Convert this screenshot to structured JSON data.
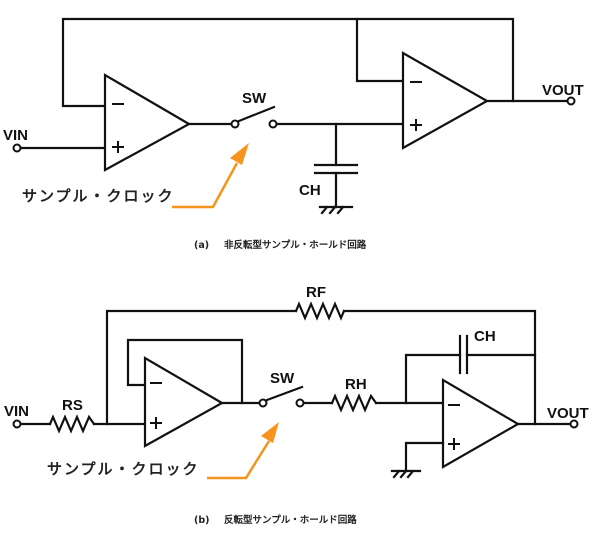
{
  "colors": {
    "wire": "#111111",
    "arrow": "#f7941d",
    "background": "#ffffff"
  },
  "diagram_a": {
    "caption_tag": "(a)",
    "caption": "非反転型サンプル・ホールド回路",
    "vin_label": "VIN",
    "vout_label": "VOUT",
    "sw_label": "SW",
    "ch_label": "CH",
    "clock_label": "サンプル・クロック",
    "opamp1": {
      "minus": "−",
      "plus": "+"
    },
    "opamp2": {
      "minus": "−",
      "plus": "+"
    }
  },
  "diagram_b": {
    "caption_tag": "(b)",
    "caption": "反転型サンプル・ホールド回路",
    "vin_label": "VIN",
    "vout_label": "VOUT",
    "sw_label": "SW",
    "rs_label": "RS",
    "rf_label": "RF",
    "rh_label": "RH",
    "ch_label": "CH",
    "clock_label": "サンプル・クロック",
    "opamp1": {
      "minus": "−",
      "plus": "+"
    },
    "opamp2": {
      "minus": "−",
      "plus": "+"
    }
  }
}
